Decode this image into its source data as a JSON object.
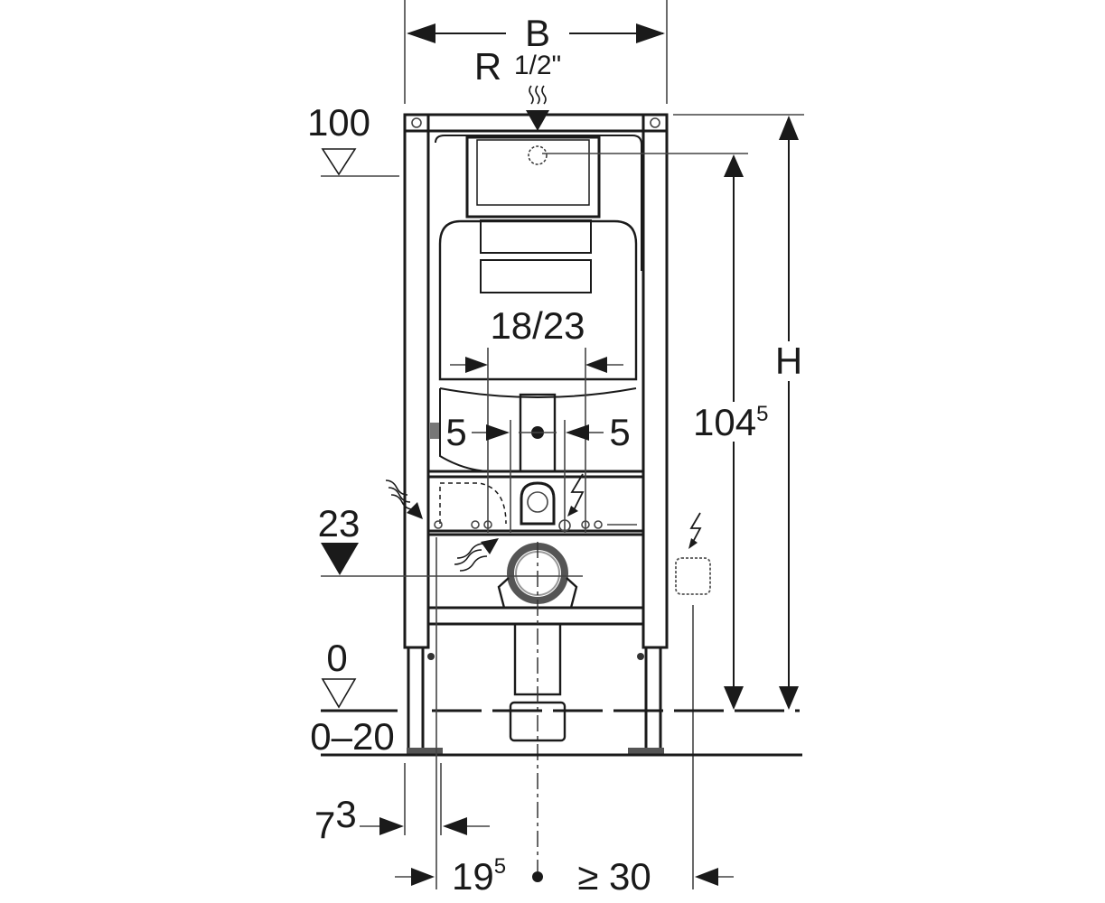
{
  "title": "Installation element dimension drawing",
  "labels": {
    "width": "B",
    "connection": "R",
    "connection_size": "1/2\"",
    "height": "H",
    "level_top": "100",
    "level_wc": "23",
    "level_floor": "0",
    "floor_range": "0–20",
    "dim_height_main": "104",
    "dim_height_main_sup": "5",
    "dim_outlet": "18/23",
    "dim_left_gap": "5",
    "dim_right_gap": "5",
    "dim_leg_main": "7",
    "dim_leg_sup": "3",
    "dim_axis_main": "19",
    "dim_axis_sup": "5",
    "dim_clearance": "≥ 30"
  },
  "icons": [
    "water-supply-icon",
    "electric-icon",
    "socket-icon",
    "drain-pipe-icon"
  ]
}
